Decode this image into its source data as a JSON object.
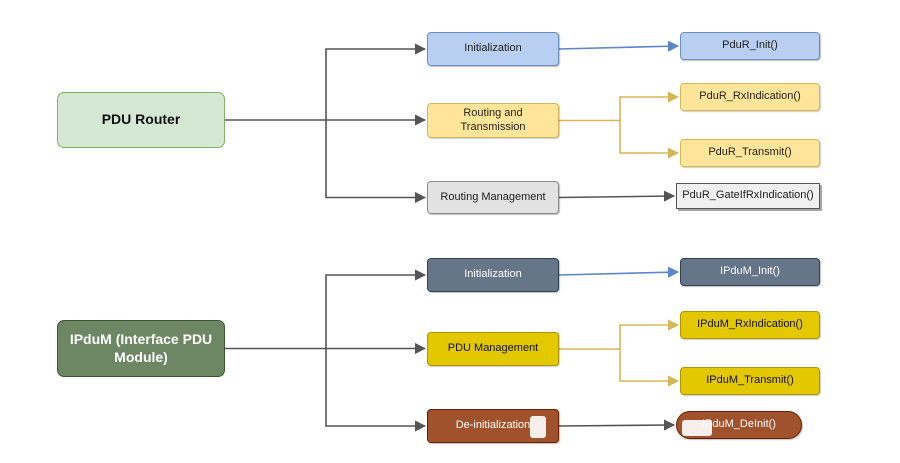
{
  "groups": [
    {
      "root": {
        "label": "PDU Router",
        "style": "pdur-root"
      },
      "branches": [
        {
          "label": "Initialization",
          "style": "blue-lt",
          "edge_color": "#5b86c9",
          "leaves": [
            {
              "label": "PduR_Init()",
              "style": "blue-lt"
            }
          ]
        },
        {
          "label": "Routing and Transmission",
          "style": "yellow-lt",
          "edge_color": "#d6b656",
          "leaves": [
            {
              "label": "PduR_RxIndication()",
              "style": "yellow-lt"
            },
            {
              "label": "PduR_Transmit()",
              "style": "yellow-lt"
            }
          ]
        },
        {
          "label": "Routing Management",
          "style": "grey-lt",
          "edge_color": "#555555",
          "leaves": [
            {
              "label": "PduR_GateIfRxIndication()",
              "style": "grey-sq"
            }
          ]
        }
      ]
    },
    {
      "root": {
        "label": "IPduM (Interface PDU Module)",
        "style": "ipdum-root"
      },
      "branches": [
        {
          "label": "Initialization",
          "style": "slate",
          "edge_color": "#5b86c9",
          "leaves": [
            {
              "label": "IPduM_Init()",
              "style": "slate"
            }
          ]
        },
        {
          "label": "PDU Management",
          "style": "gold",
          "edge_color": "#d6b656",
          "leaves": [
            {
              "label": "IPduM_RxIndication()",
              "style": "gold"
            },
            {
              "label": "IPduM_Transmit()",
              "style": "gold"
            }
          ]
        },
        {
          "label": "De-initialization",
          "style": "rust",
          "edge_color": "#555555",
          "leaves": [
            {
              "label": "IPduM_DeInit()",
              "style": "rust"
            }
          ]
        }
      ]
    }
  ],
  "colors": {
    "root_edge": "#555555",
    "arrow_gray": "#555555"
  }
}
